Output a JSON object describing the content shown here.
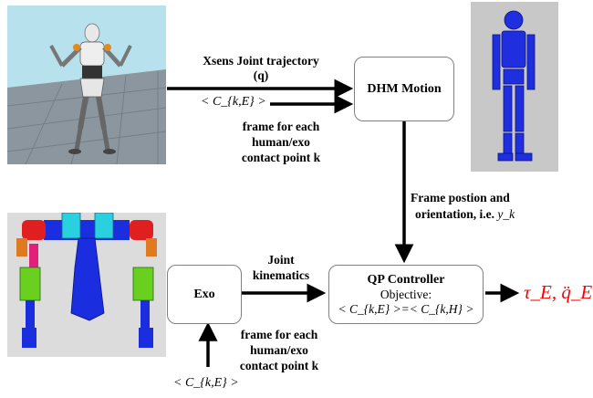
{
  "nodes": {
    "dhm": {
      "label": "DHM Motion"
    },
    "exo": {
      "label": "Exo"
    },
    "qp": {
      "title": "QP Controller",
      "objective": "Objective:",
      "formula": "< C_{k,E} >=< C_{k,H} >"
    }
  },
  "edges": {
    "xsens_line1": "Xsens Joint trajectory",
    "xsens_line2": "(q)",
    "frame_e_top": "< C_{k,E} >",
    "frame_top_1": "frame for each",
    "frame_top_2": "human/exo",
    "frame_top_3": "contact point k",
    "frame_pos_1": "Frame postion and",
    "frame_pos_2": "orientation, i.e.",
    "frame_pos_var": "y_k",
    "joint_1": "Joint",
    "joint_2": "kinematics",
    "frame_bot_1": "frame for each",
    "frame_bot_2": "human/exo",
    "frame_bot_3": "contact point k",
    "frame_e_bottom": "< C_{k,E} >"
  },
  "output": "τ_E, q̈_E",
  "colors": {
    "output": "#ff0000",
    "box_border": "#7f7f7f",
    "arrow": "#000000",
    "floor": "#7f8a93",
    "sky": "#b8e2ec",
    "robot_blue": "#1530e0"
  },
  "images": [
    "humanoid-robot-render",
    "dhm-blue-model-render",
    "exoskeleton-render"
  ]
}
